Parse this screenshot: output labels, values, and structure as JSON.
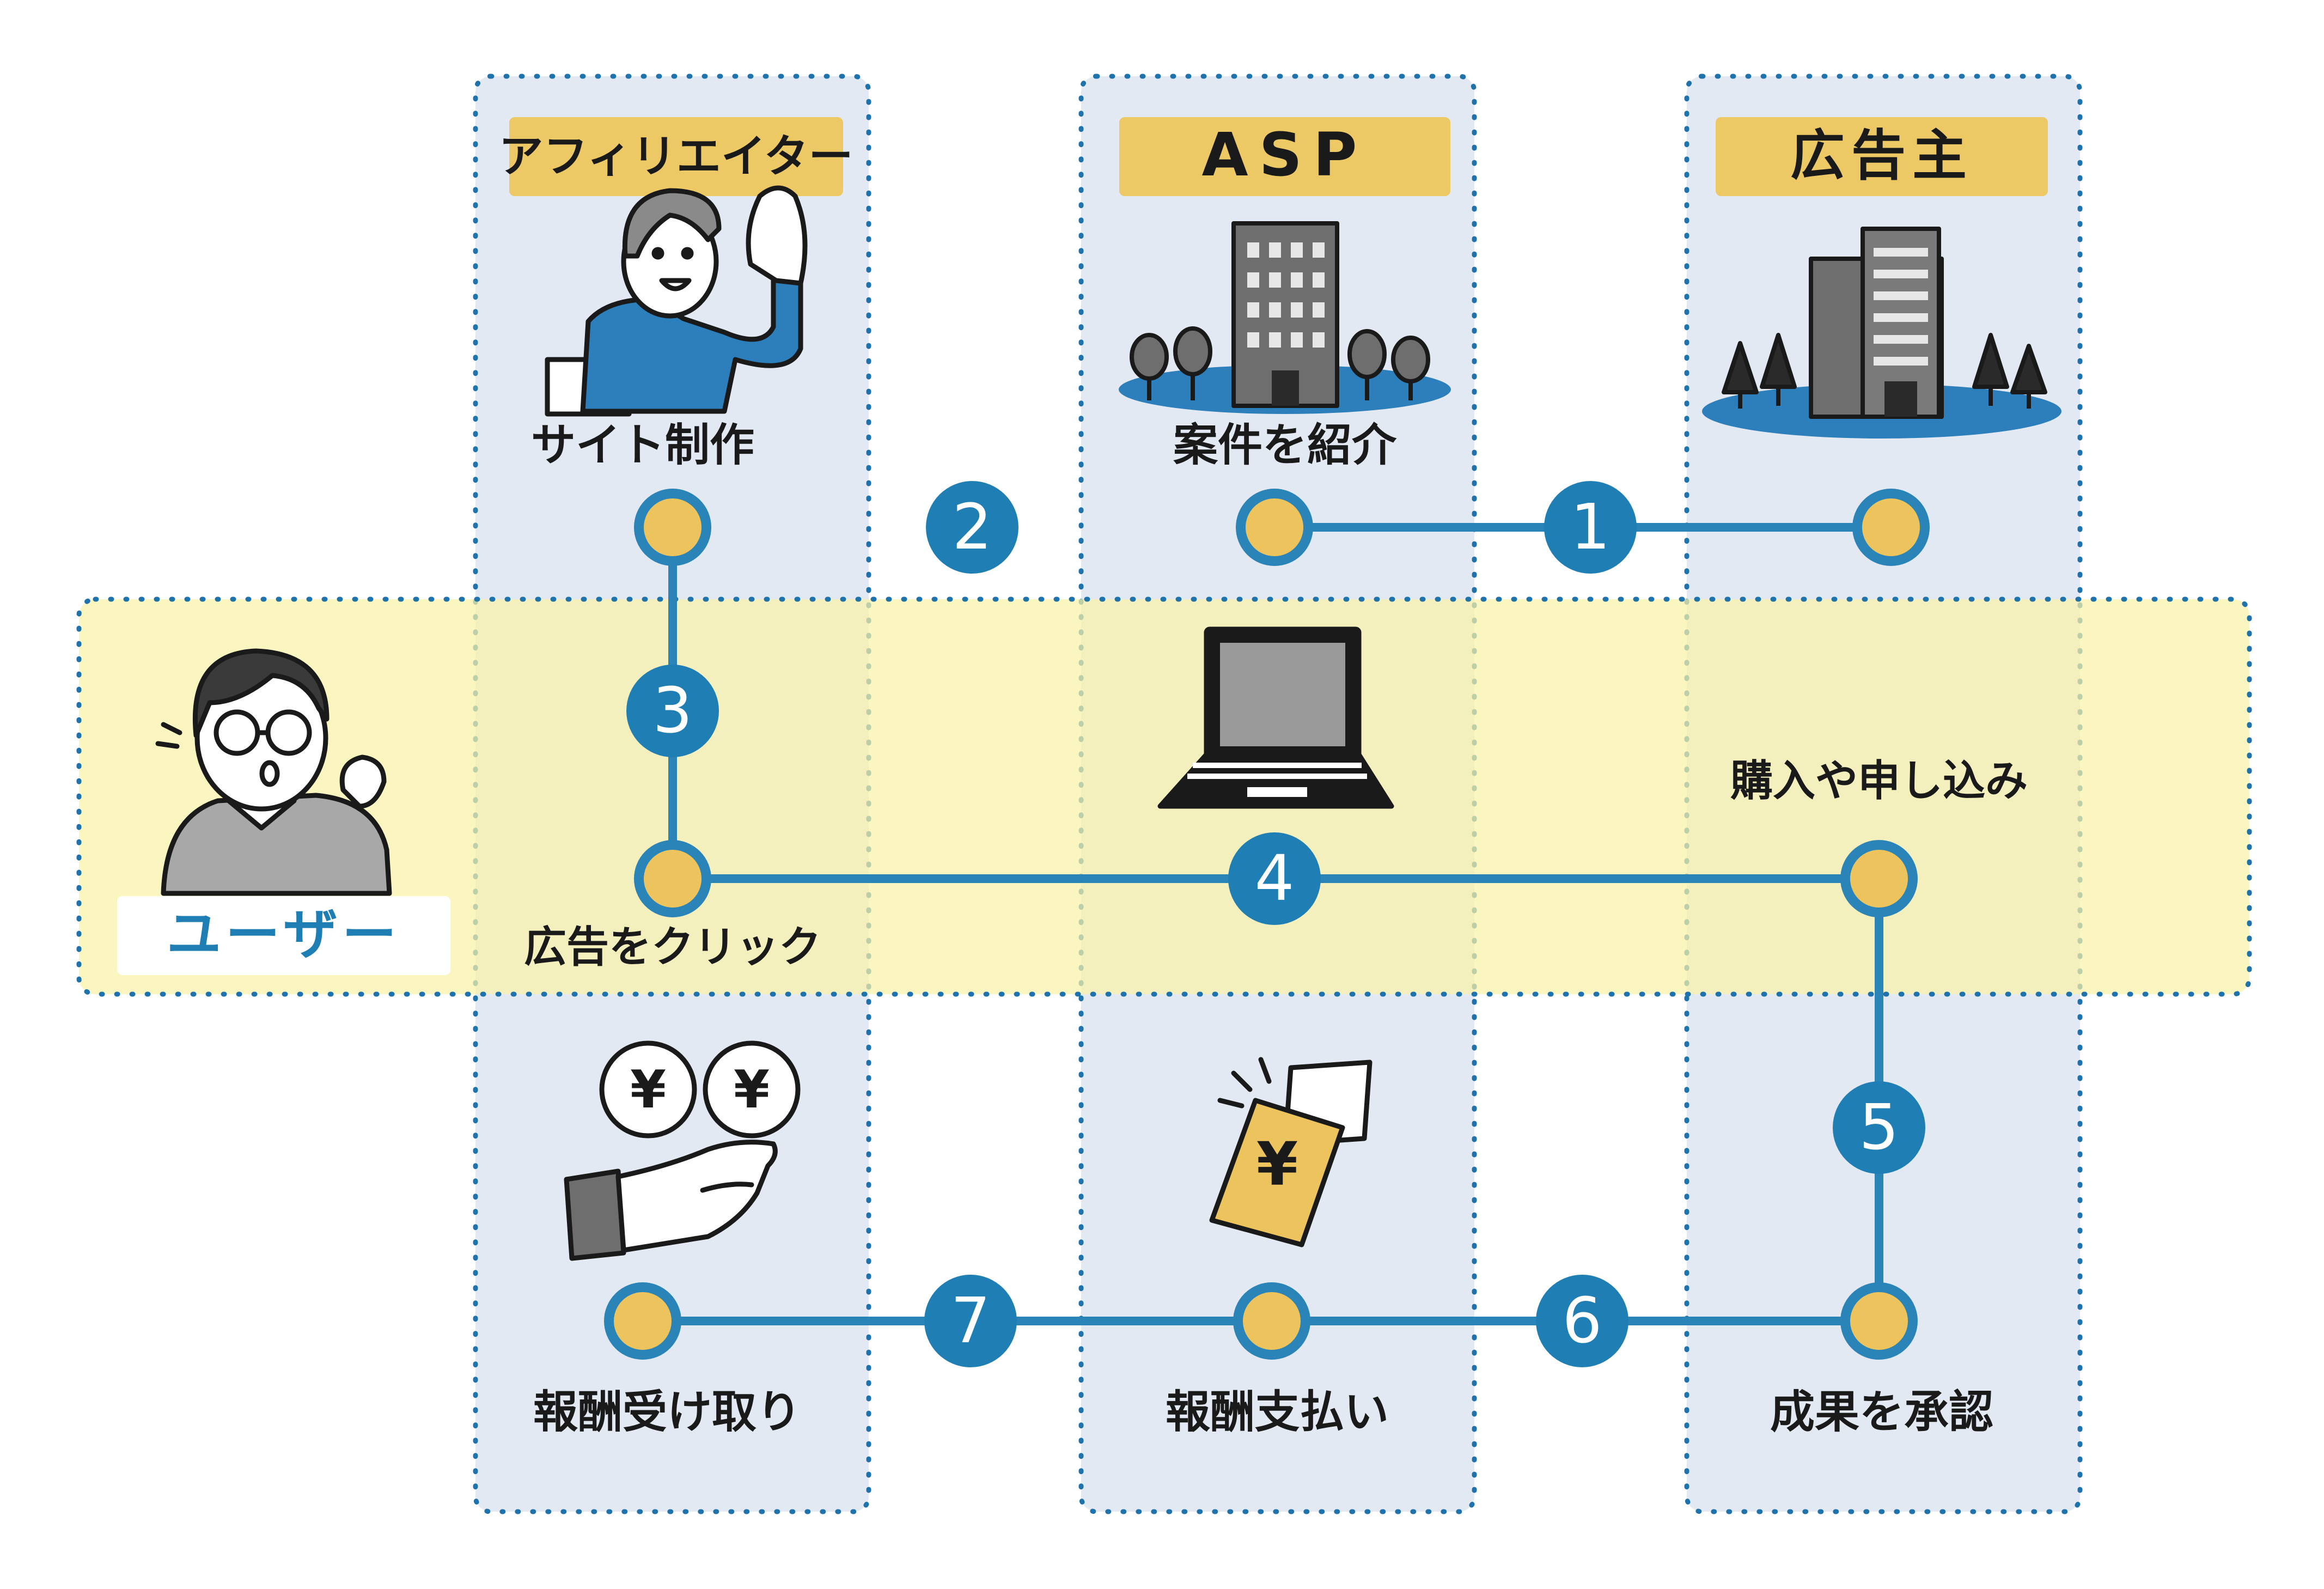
{
  "colors": {
    "line": "#2a84b8",
    "node_fill": "#ecc35c",
    "panel": "#e3e9f3",
    "panel_dots": "#1f73ad",
    "user_band": "#fbf6bd",
    "header_bg": "#ecc964",
    "step_circle": "#1f7fb5"
  },
  "columns": {
    "affiliate": {
      "title": "アフィリエイター"
    },
    "asp": {
      "title": "ASP"
    },
    "advertiser": {
      "title": "広告主"
    }
  },
  "user": {
    "label": "ユーザー"
  },
  "node_labels": {
    "site": "サイト制作",
    "introduce": "案件を紹介",
    "click": "広告をクリック",
    "purchase": "購入や申し込み",
    "receive": "報酬受け取り",
    "pay": "報酬支払い",
    "approve": "成果を承認"
  },
  "steps": [
    "1",
    "2",
    "3",
    "4",
    "5",
    "6",
    "7"
  ],
  "icons": {
    "affiliate": "person-celebrating-icon",
    "asp": "office-building-icon",
    "advertiser": "company-building-icon",
    "user": "user-person-icon",
    "laptop": "laptop-icon",
    "coins": "yen-coins-icon",
    "hand": "receiving-hand-icon",
    "envelope": "yen-envelope-icon"
  }
}
